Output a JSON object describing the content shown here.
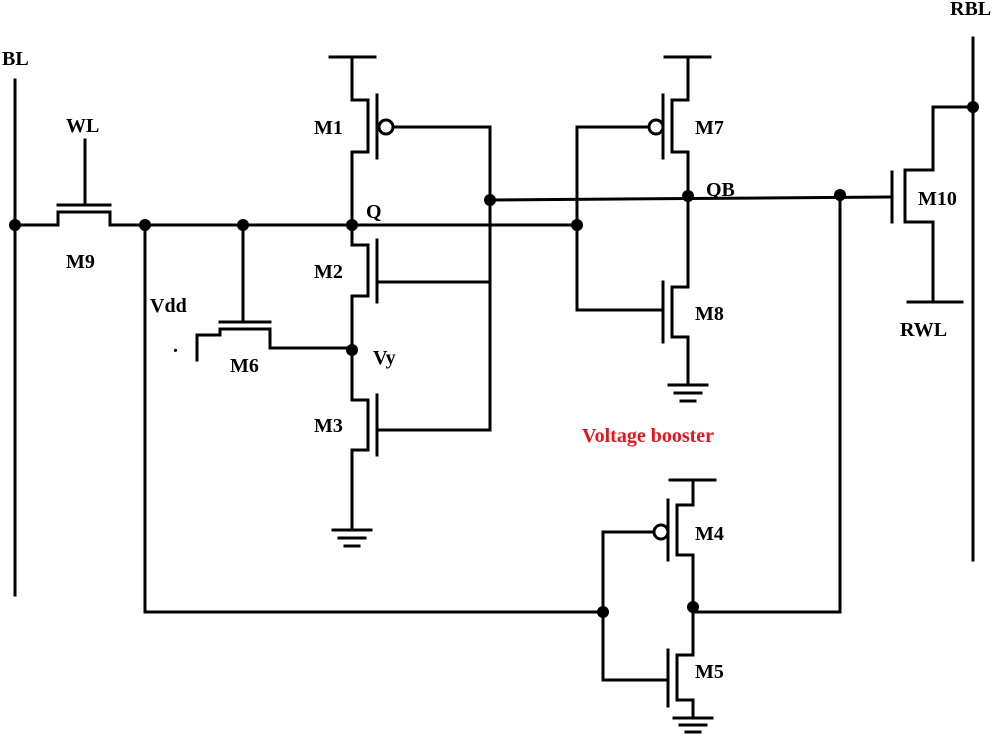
{
  "labels": {
    "bl": "BL",
    "rbl": "RBL",
    "wl": "WL",
    "rwl": "RWL",
    "vdd": "Vdd",
    "q": "Q",
    "qb": "QB",
    "vy": "Vy",
    "booster": "Voltage booster",
    "stray_dot": "."
  },
  "transistors": {
    "m1": "M1",
    "m2": "M2",
    "m3": "M3",
    "m4": "M4",
    "m5": "M5",
    "m6": "M6",
    "m7": "M7",
    "m8": "M8",
    "m9": "M9",
    "m10": "M10"
  },
  "colors": {
    "wire": "#000000",
    "booster_label": "#e8141b"
  }
}
